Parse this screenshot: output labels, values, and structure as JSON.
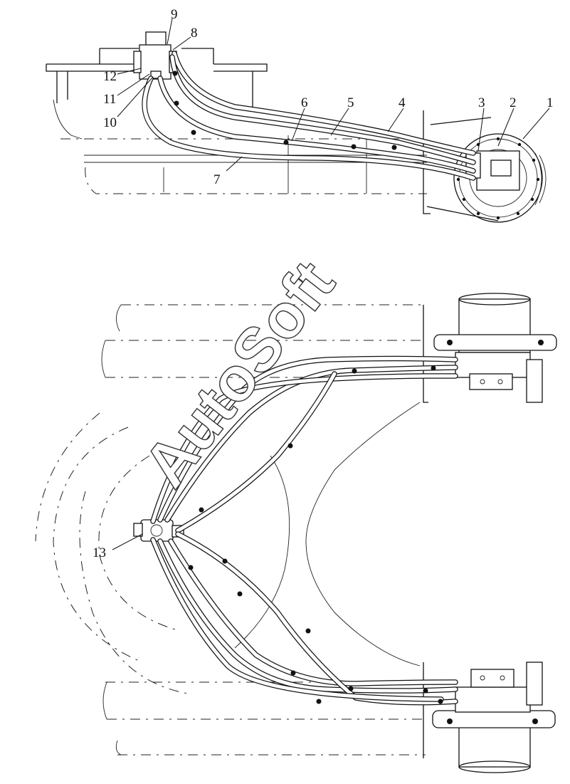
{
  "callouts": [
    {
      "id": "c1",
      "label": "1"
    },
    {
      "id": "c2",
      "label": "2"
    },
    {
      "id": "c3",
      "label": "3"
    },
    {
      "id": "c4",
      "label": "4"
    },
    {
      "id": "c5",
      "label": "5"
    },
    {
      "id": "c6",
      "label": "6"
    },
    {
      "id": "c7",
      "label": "7"
    },
    {
      "id": "c8",
      "label": "8"
    },
    {
      "id": "c9",
      "label": "9"
    },
    {
      "id": "c10",
      "label": "10"
    },
    {
      "id": "c11",
      "label": "11"
    },
    {
      "id": "c12",
      "label": "12"
    },
    {
      "id": "c13",
      "label": "13"
    }
  ],
  "watermark": "AutoSoft"
}
